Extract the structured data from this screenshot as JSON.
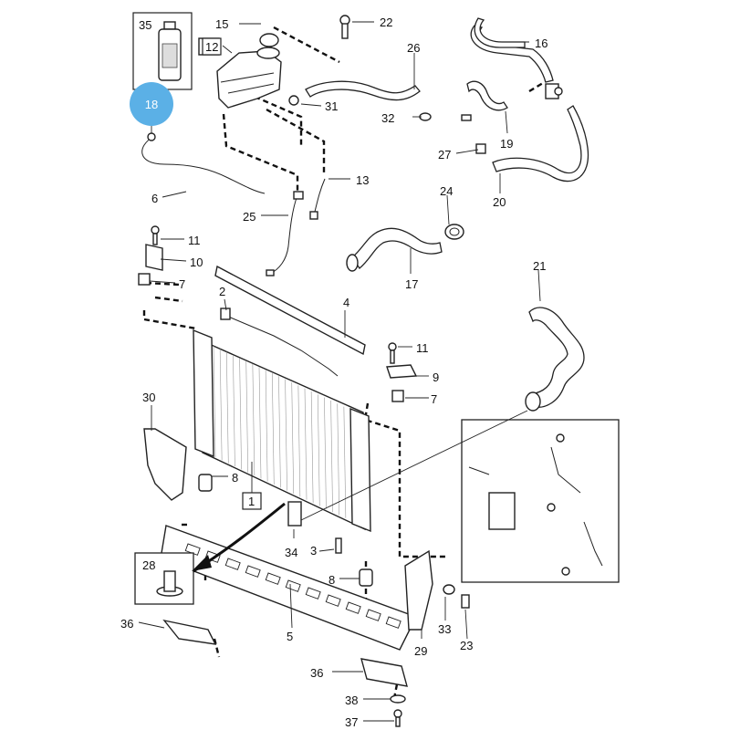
{
  "highlight": {
    "label": "18",
    "color": "#5bb0e6"
  },
  "callouts": [
    {
      "id": "35",
      "label": "35"
    },
    {
      "id": "15",
      "label": "15"
    },
    {
      "id": "12",
      "label": "12"
    },
    {
      "id": "22",
      "label": "22"
    },
    {
      "id": "26",
      "label": "26"
    },
    {
      "id": "16",
      "label": "16"
    },
    {
      "id": "31",
      "label": "31"
    },
    {
      "id": "32",
      "label": "32"
    },
    {
      "id": "19",
      "label": "19"
    },
    {
      "id": "27",
      "label": "27"
    },
    {
      "id": "13",
      "label": "13"
    },
    {
      "id": "20",
      "label": "20"
    },
    {
      "id": "6",
      "label": "6"
    },
    {
      "id": "25",
      "label": "25"
    },
    {
      "id": "24",
      "label": "24"
    },
    {
      "id": "11a",
      "label": "11"
    },
    {
      "id": "10",
      "label": "10"
    },
    {
      "id": "7a",
      "label": "7"
    },
    {
      "id": "17",
      "label": "17"
    },
    {
      "id": "21",
      "label": "21"
    },
    {
      "id": "2",
      "label": "2"
    },
    {
      "id": "4",
      "label": "4"
    },
    {
      "id": "11b",
      "label": "11"
    },
    {
      "id": "9",
      "label": "9"
    },
    {
      "id": "7b",
      "label": "7"
    },
    {
      "id": "30",
      "label": "30"
    },
    {
      "id": "8a",
      "label": "8"
    },
    {
      "id": "1",
      "label": "1"
    },
    {
      "id": "34",
      "label": "34"
    },
    {
      "id": "3",
      "label": "3"
    },
    {
      "id": "28",
      "label": "28"
    },
    {
      "id": "8b",
      "label": "8"
    },
    {
      "id": "36a",
      "label": "36"
    },
    {
      "id": "5",
      "label": "5"
    },
    {
      "id": "33",
      "label": "33"
    },
    {
      "id": "23",
      "label": "23"
    },
    {
      "id": "29",
      "label": "29"
    },
    {
      "id": "36b",
      "label": "36"
    },
    {
      "id": "38",
      "label": "38"
    },
    {
      "id": "37",
      "label": "37"
    }
  ]
}
